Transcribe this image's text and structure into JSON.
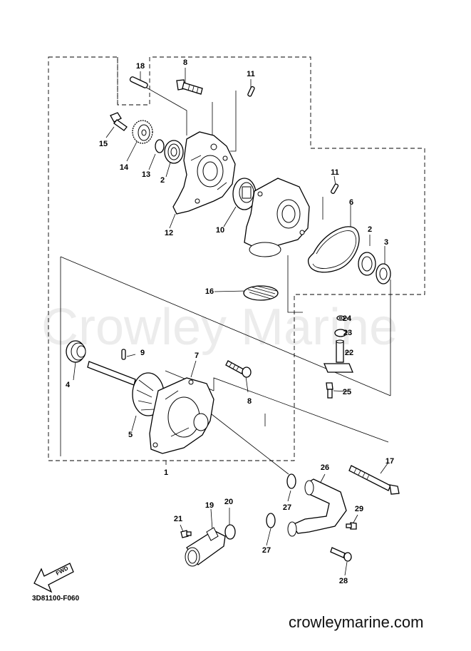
{
  "watermark": "Crowley Marine",
  "diagram_code": "3D81100-F060",
  "website": "crowleymarine.com",
  "fwd_label": "FWD",
  "callouts": [
    "18",
    "8",
    "11",
    "15",
    "14",
    "13",
    "2",
    "12",
    "10",
    "11",
    "6",
    "2",
    "3",
    "16",
    "24",
    "23",
    "22",
    "25",
    "9",
    "7",
    "4",
    "8",
    "5",
    "1",
    "17",
    "26",
    "27",
    "29",
    "21",
    "19",
    "20",
    "27",
    "28"
  ]
}
